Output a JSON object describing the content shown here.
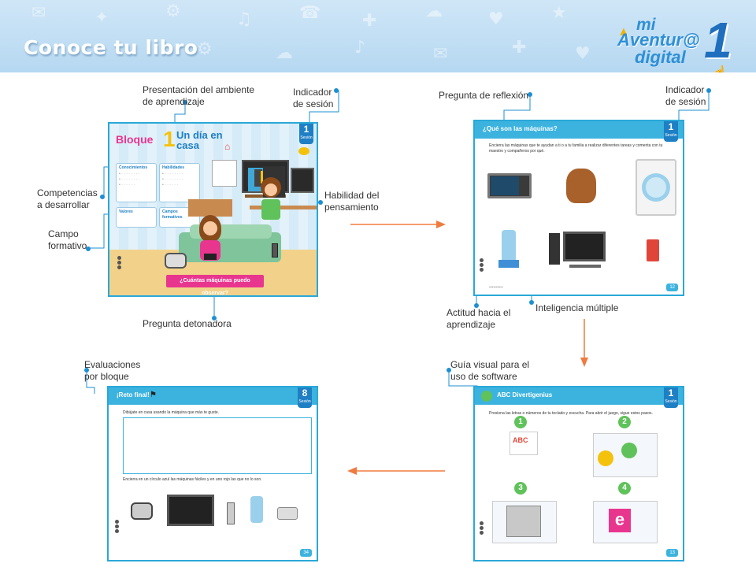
{
  "header": {
    "title": "Conoce tu libro",
    "logo": {
      "line1": "mi",
      "line2": "Aventur@",
      "line3": "digital",
      "number": "1"
    }
  },
  "colors": {
    "accent": "#1e8fd2",
    "arrow": "#f07b3f",
    "panel_border": "#2aa8d8",
    "bar": "#3cb3df"
  },
  "callouts": {
    "presentacion": "Presentación del ambiente\nde aprendizaje",
    "indicador1": "Indicador\nde sesión",
    "competencias": "Competencias\na desarrollar",
    "campo": "Campo\nformativo",
    "habilidad": "Habilidad  del\npensamiento",
    "detonadora": "Pregunta detonadora",
    "reflexion": "Pregunta de reflexión",
    "indicador2": "Indicador\nde sesión",
    "actitud": "Actitud hacia el\naprendizaje",
    "inteligencia": "Inteligencia múltiple",
    "evaluaciones": "Evaluaciones\npor bloque",
    "guia": "Guía visual para el\nuso de software"
  },
  "panel1": {
    "bloque": "Bloque",
    "num": "1",
    "title": "Un día en casa",
    "session": "1",
    "session_label": "Sesión",
    "conocimientos": "Conocimientos",
    "habilidades": "Habilidades",
    "valores": "Valores",
    "campos": "Campos formativos",
    "question": "¿Cuántas máquinas puedo observar?"
  },
  "panel2": {
    "title": "¿Qué son las máquinas?",
    "session": "1",
    "session_label": "Sesión",
    "instruction": "Encierra las máquinas que te ayudan a ti o a tu familia a realizar diferentes tareas y comenta con tu maestro y compañeros por qué.",
    "page": "12"
  },
  "panel3": {
    "title": "ABC Divertigenius",
    "session": "1",
    "session_label": "Sesión",
    "instruction": "Presiona las letras o números de tu teclado y escucha. Para abrir el juego, sigue estos pasos.",
    "steps": [
      "1",
      "2",
      "3",
      "4"
    ],
    "page": "13"
  },
  "panel4": {
    "title": "¡Reto final!",
    "session": "8",
    "session_label": "Sesión",
    "instruction1": "Dibújate en casa usando la máquina que más te guste.",
    "instruction2": "Encierra en un círculo azul las máquinas fáciles y en uno rojo las que no lo son.",
    "page": "34"
  }
}
